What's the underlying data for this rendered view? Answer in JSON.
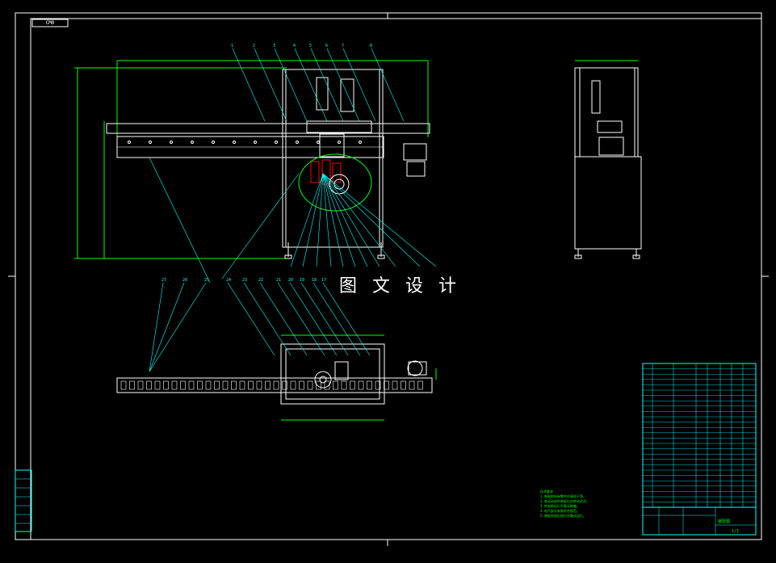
{
  "drawing": {
    "title_code": "CM0",
    "watermark": "图 文 设 计",
    "colors": {
      "background": "#000000",
      "border": "#ffffff",
      "geometry": "#ffffff",
      "dimensions": "#00ff00",
      "leaders": "#00ffff",
      "highlight": "#ff0000",
      "table_lines": "#00ffff"
    },
    "top_labels": [
      "1",
      "2",
      "3",
      "4",
      "5",
      "6",
      "7",
      "8"
    ],
    "mid_labels": [
      "27",
      "26",
      "25",
      "24",
      "23",
      "22",
      "21",
      "20",
      "19",
      "18",
      "17"
    ],
    "table_title": "装配图",
    "sheet_number": "1/1",
    "notes_title": "技术要求",
    "notes": [
      "1.装配前所有零件应清洗干净。",
      "2.各运动部件装配后应转动灵活。",
      "3.传送带运行平稳无跑偏。",
      "4.电气部分安装符合规范。",
      "5.装配完成后进行空载试运行。"
    ],
    "sidebar_labels": [
      "",
      "",
      "",
      "",
      "",
      "",
      "",
      ""
    ]
  }
}
